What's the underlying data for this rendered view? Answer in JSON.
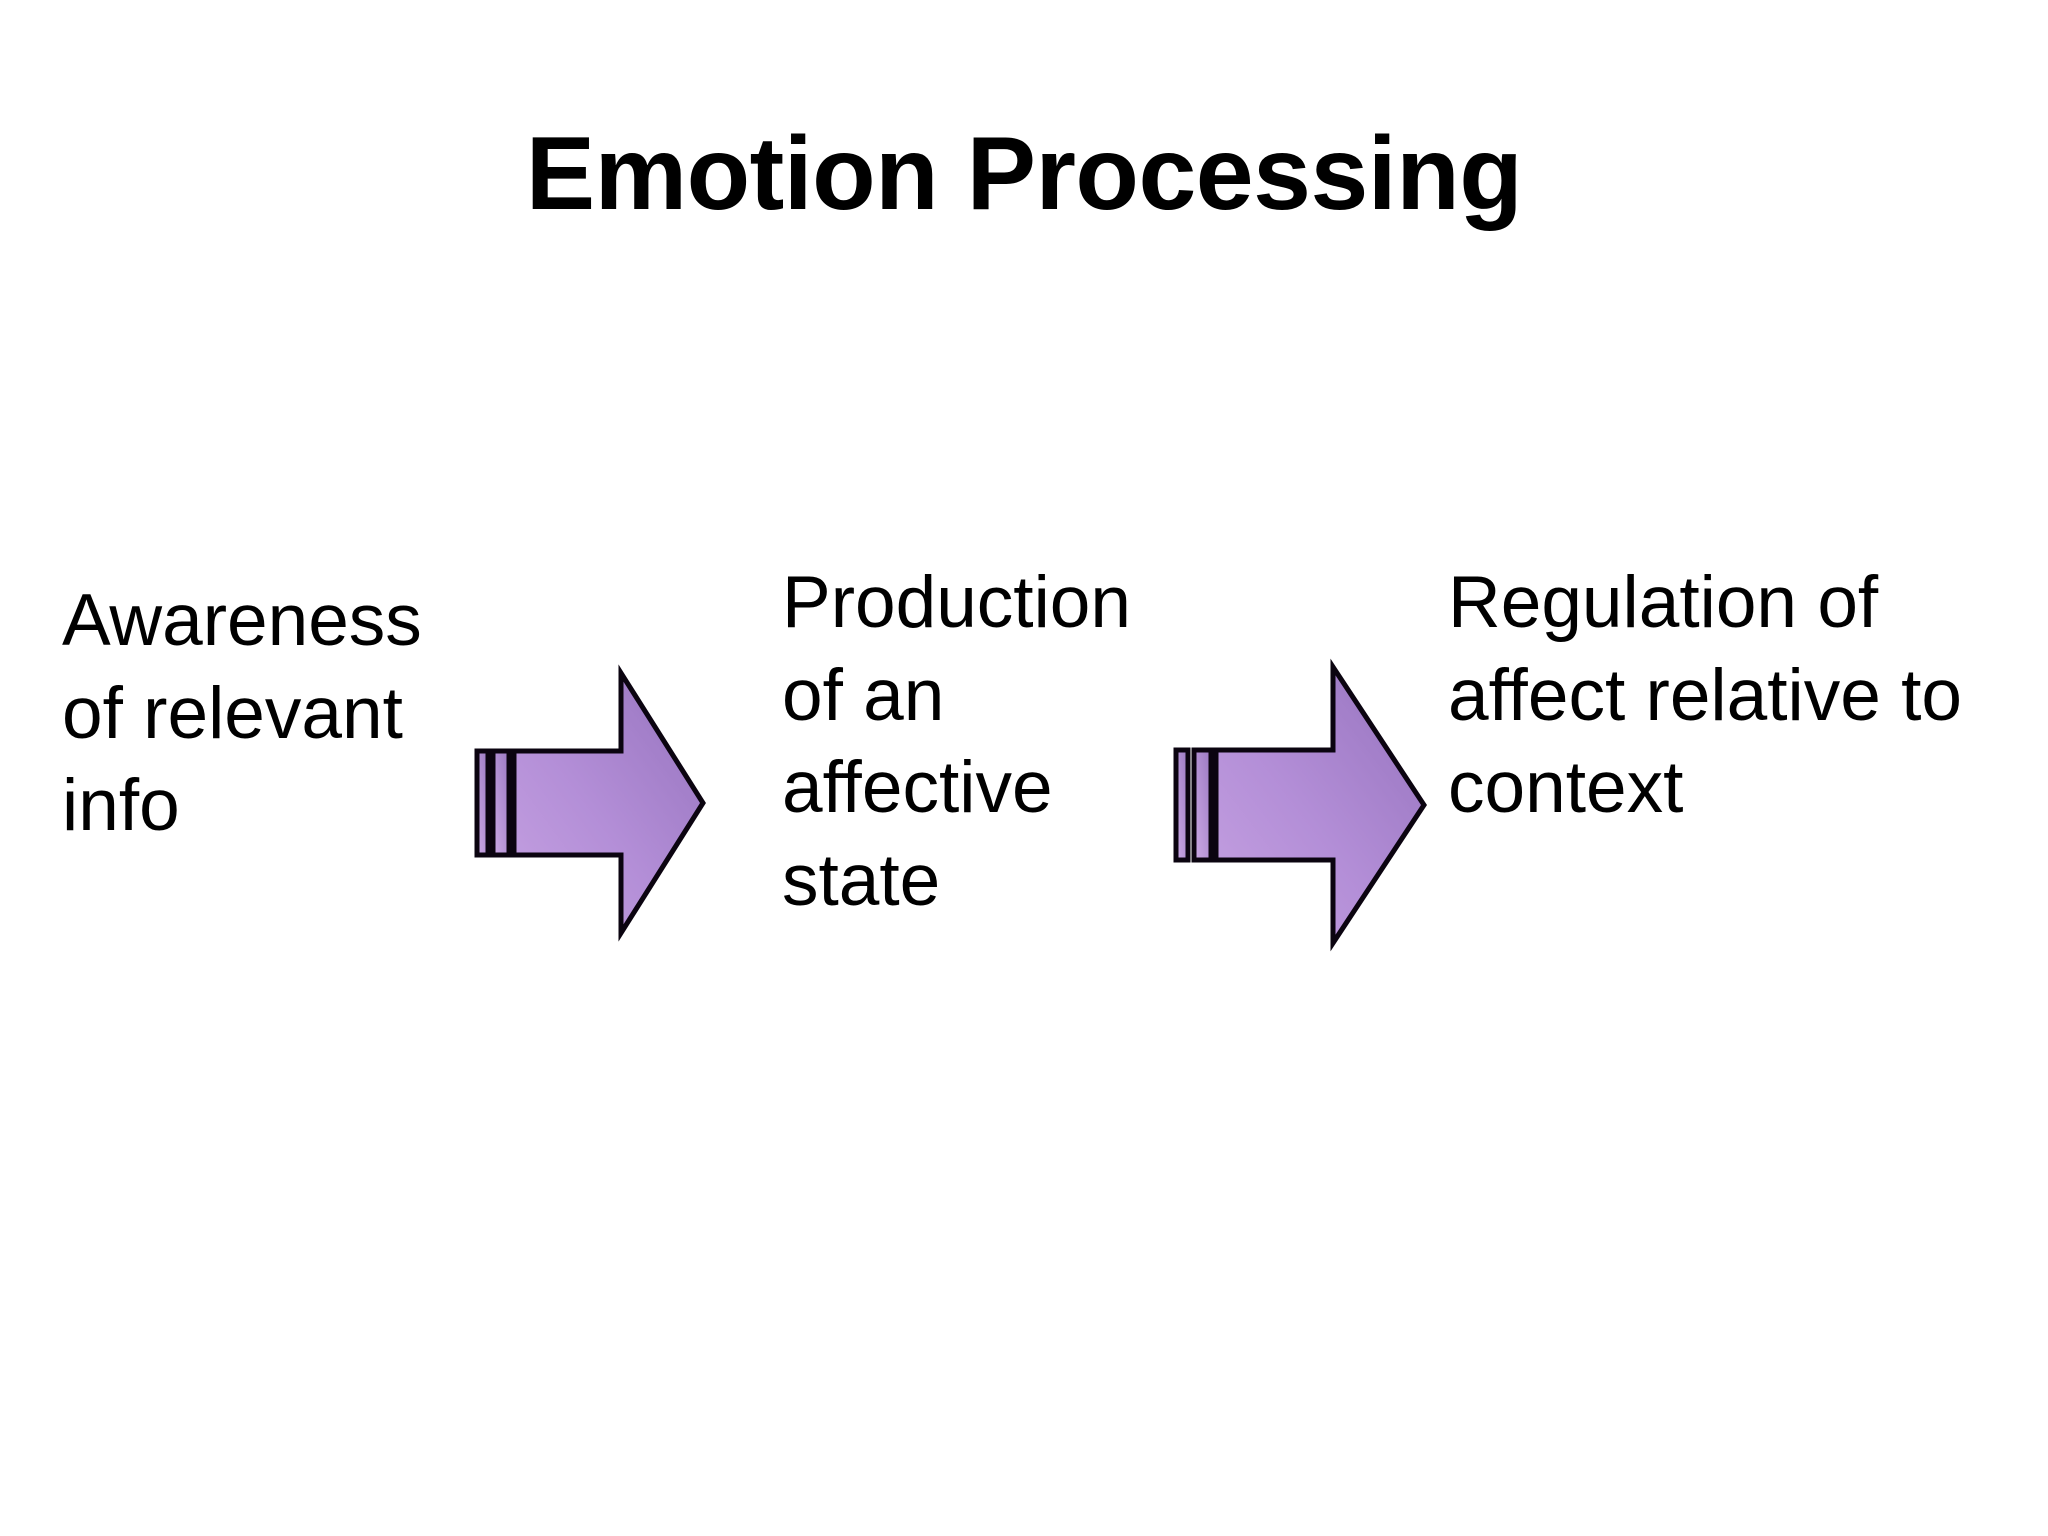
{
  "slide": {
    "title": "Emotion Processing",
    "background_color": "#ffffff",
    "text_color": "#000000"
  },
  "flow": {
    "stages": [
      {
        "id": "awareness",
        "text": "Awareness of relevant info"
      },
      {
        "id": "production",
        "text": "Production of an affective state"
      },
      {
        "id": "regulation",
        "text": "Regulation of affect relative to context"
      }
    ],
    "connectors": [
      {
        "id": "arrow-1",
        "direction": "right",
        "style": "striped-block-arrow",
        "fill_light": "#c9a5e4",
        "fill_dark": "#9a73bf",
        "outline_color": "#000000"
      },
      {
        "id": "arrow-2",
        "direction": "right",
        "style": "striped-block-arrow",
        "fill_light": "#c9a5e4",
        "fill_dark": "#9a73bf",
        "outline_color": "#000000"
      }
    ]
  }
}
